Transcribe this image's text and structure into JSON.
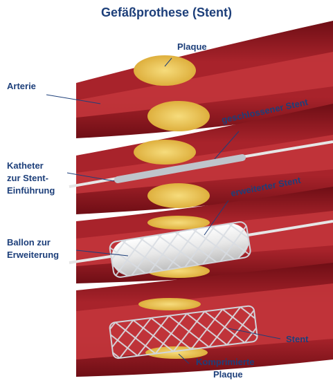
{
  "title": "Gefäßprothese (Stent)",
  "labels": {
    "plaque": "Plaque",
    "arterie": "Arterie",
    "geschlossener_stent": "geschlossener Stent",
    "katheter_line1": "Katheter",
    "katheter_line2": "zur Stent-",
    "katheter_line3": "Einführung",
    "erweiterter_stent": "erweiterter Stent",
    "ballon_line1": "Ballon zur",
    "ballon_line2": "Erweiterung",
    "stent": "Stent",
    "komprimierte_line1": "Komprimierte",
    "komprimierte_line2": "Plaque"
  },
  "colors": {
    "title_text": "#1d3f7a",
    "artery_dark": "#7e1118",
    "artery_mid": "#a8232b",
    "lumen": "#c2353b",
    "plaque": "#e9c24a",
    "plaque_edge": "#f6dc7c",
    "stent_mesh": "#cfd3d9",
    "balloon": "#f2f2f2",
    "catheter": "#e6e6e6"
  }
}
